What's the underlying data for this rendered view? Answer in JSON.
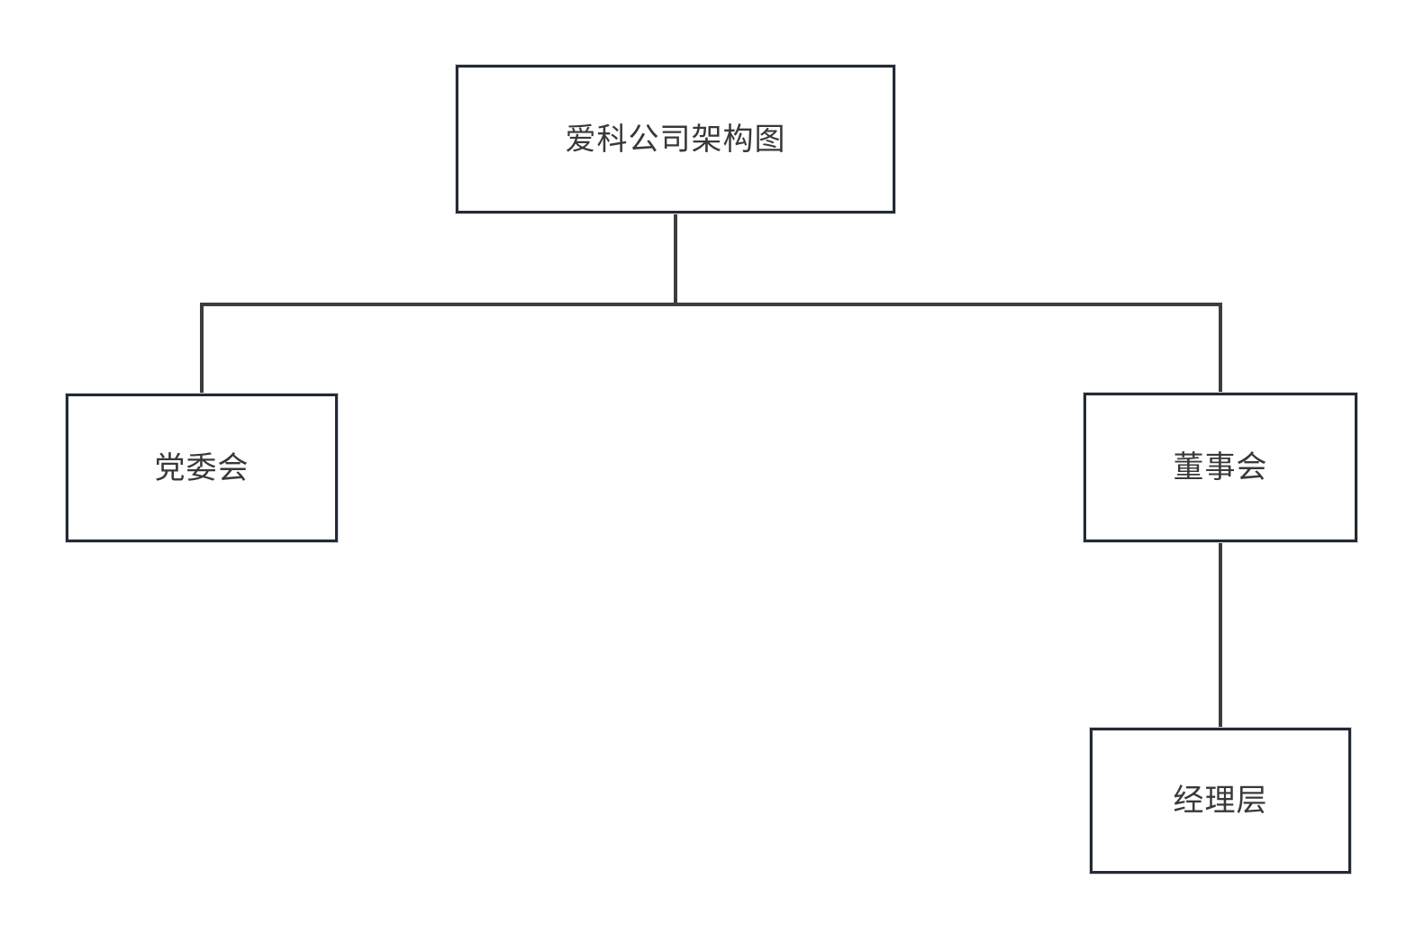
{
  "diagram": {
    "type": "org-chart",
    "title": "爱科公司架构图",
    "nodes": [
      {
        "id": "root",
        "label": "爱科公司架构图"
      },
      {
        "id": "party",
        "label": "党委会"
      },
      {
        "id": "board",
        "label": "董事会"
      },
      {
        "id": "mgmt",
        "label": "经理层"
      }
    ],
    "edges": [
      {
        "from": "root",
        "to": "party"
      },
      {
        "from": "root",
        "to": "board"
      },
      {
        "from": "board",
        "to": "mgmt"
      }
    ]
  },
  "colors": {
    "canvas_bg": "#ffffff",
    "node_fill": "#ffffff",
    "node_border": "#222a35",
    "node_outline": "#d6d6d6",
    "connector": "#3d3d3d",
    "text": "#383838"
  }
}
